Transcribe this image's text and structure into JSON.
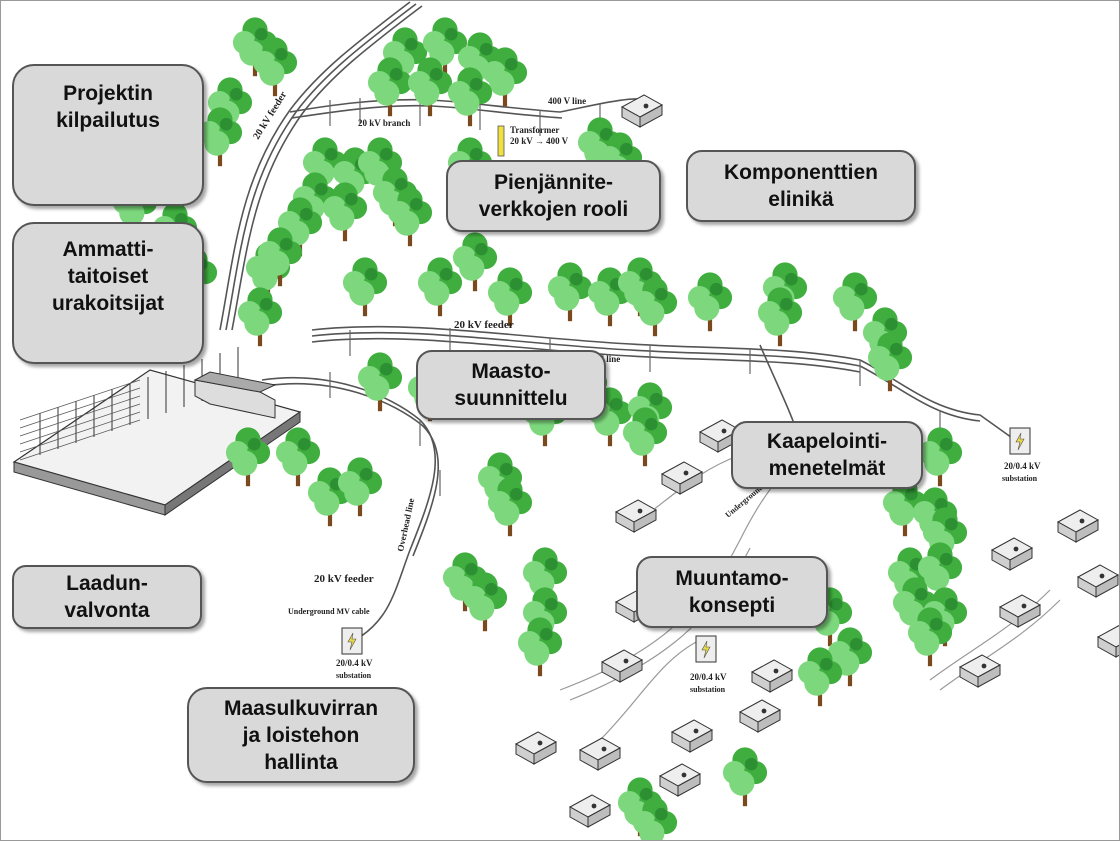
{
  "boxes": {
    "projektin": "Projektin\nkilpailutus",
    "ammatti": "Ammatti-\ntaitoiset\nurakoitsijat",
    "laadun": "Laadun-\nvalvonta",
    "maasulku": "Maasulkuvirran\nja loistehon\nhallinta",
    "pienjannite": "Pienjännite-\nverkkojen rooli",
    "komponentti": "Komponenttien\nelinikä",
    "maasto": "Maasto-\nsuunnittelu",
    "kaapelointi": "Kaapelointi-\nmenetelmät",
    "muuntamo": "Muuntamo-\nkonsepti"
  },
  "labels": {
    "feeder_20kv_top": "20 kV feeder",
    "branch_20kv": "20 kV branch",
    "line_400v": "400 V line",
    "transformer_line1": "Transformer",
    "transformer_line2": "20 kV → 400 V",
    "feeder_20kv_mid": "20 kV feeder",
    "overhead_line": "Overhead line",
    "overhead_line_vertical": "Overhead line",
    "feeder_20kv_low": "20 kV feeder",
    "underground_mv": "Underground MV cable",
    "substation_a_1": "20/0.4 kV",
    "substation_a_2": "substation",
    "substation_b_1": "20/0.4 kV",
    "substation_b_2": "substation",
    "substation_c_1": "20/0.4 kV",
    "substation_c_2": "substation",
    "underground_cable": "Underground cable"
  },
  "colors": {
    "box_fill": "#d9d9d9",
    "tree_light": "#7dd87d",
    "tree_mid": "#3fae3f",
    "tree_dark": "#1f7a2a",
    "trunk": "#7a4a1e",
    "line": "#444444",
    "substation_icon": "#e8d84a"
  }
}
